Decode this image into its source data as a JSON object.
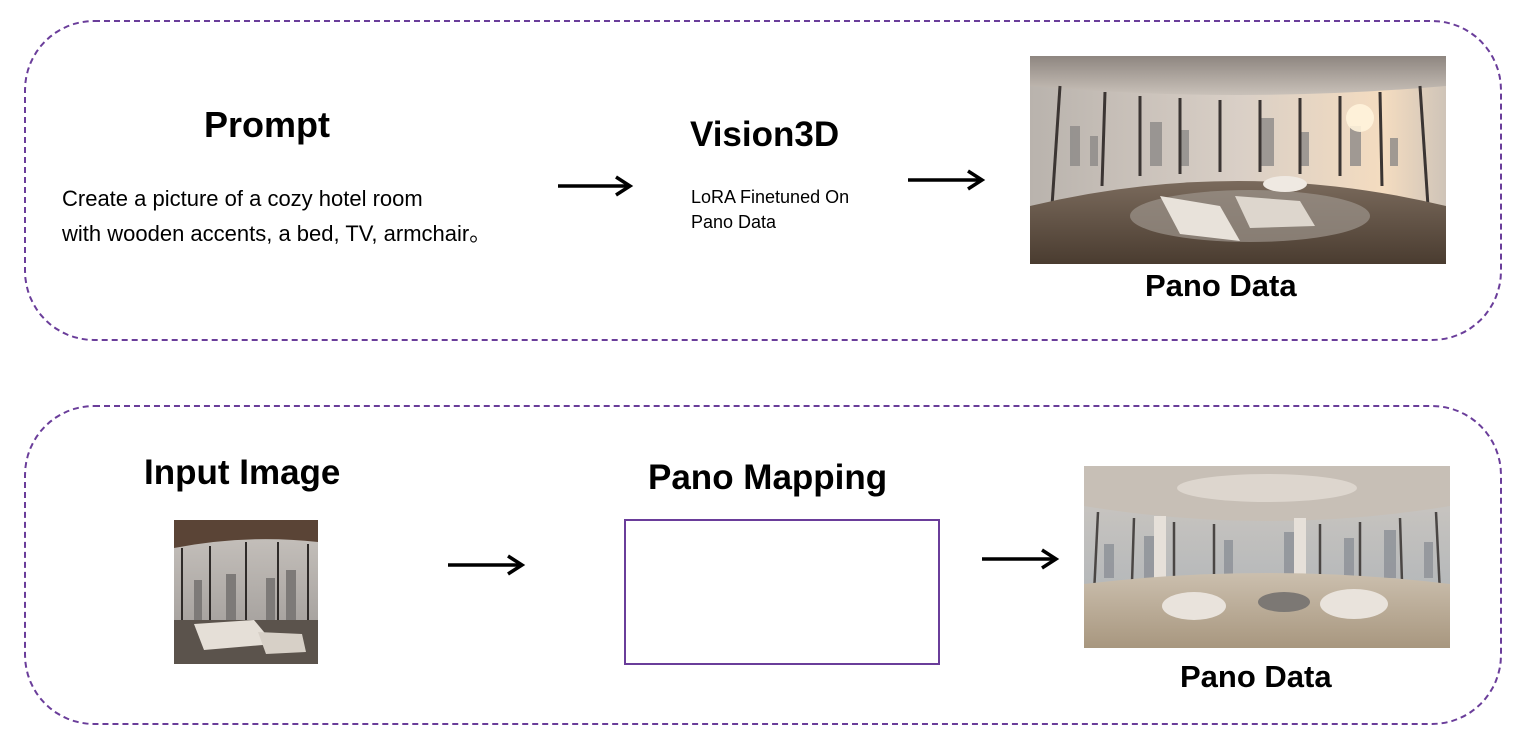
{
  "top_panel": {
    "prompt_title": "Prompt",
    "prompt_line1": "Create a  picture  of a cozy hotel room",
    "prompt_line2": "with wooden accents, a bed, TV, armchair。",
    "model_title": "Vision3D",
    "model_note_line1": "LoRA Finetuned On",
    "model_note_line2": "Pano Data",
    "output_label": "Pano Data"
  },
  "bottom_panel": {
    "input_title": "Input Image",
    "mapping_title": "Pano Mapping",
    "output_label": "Pano Data"
  },
  "colors": {
    "panel_border": "#6a3d9a",
    "mapping_box_border": "#6a3d9a",
    "arrow": "#000000"
  }
}
